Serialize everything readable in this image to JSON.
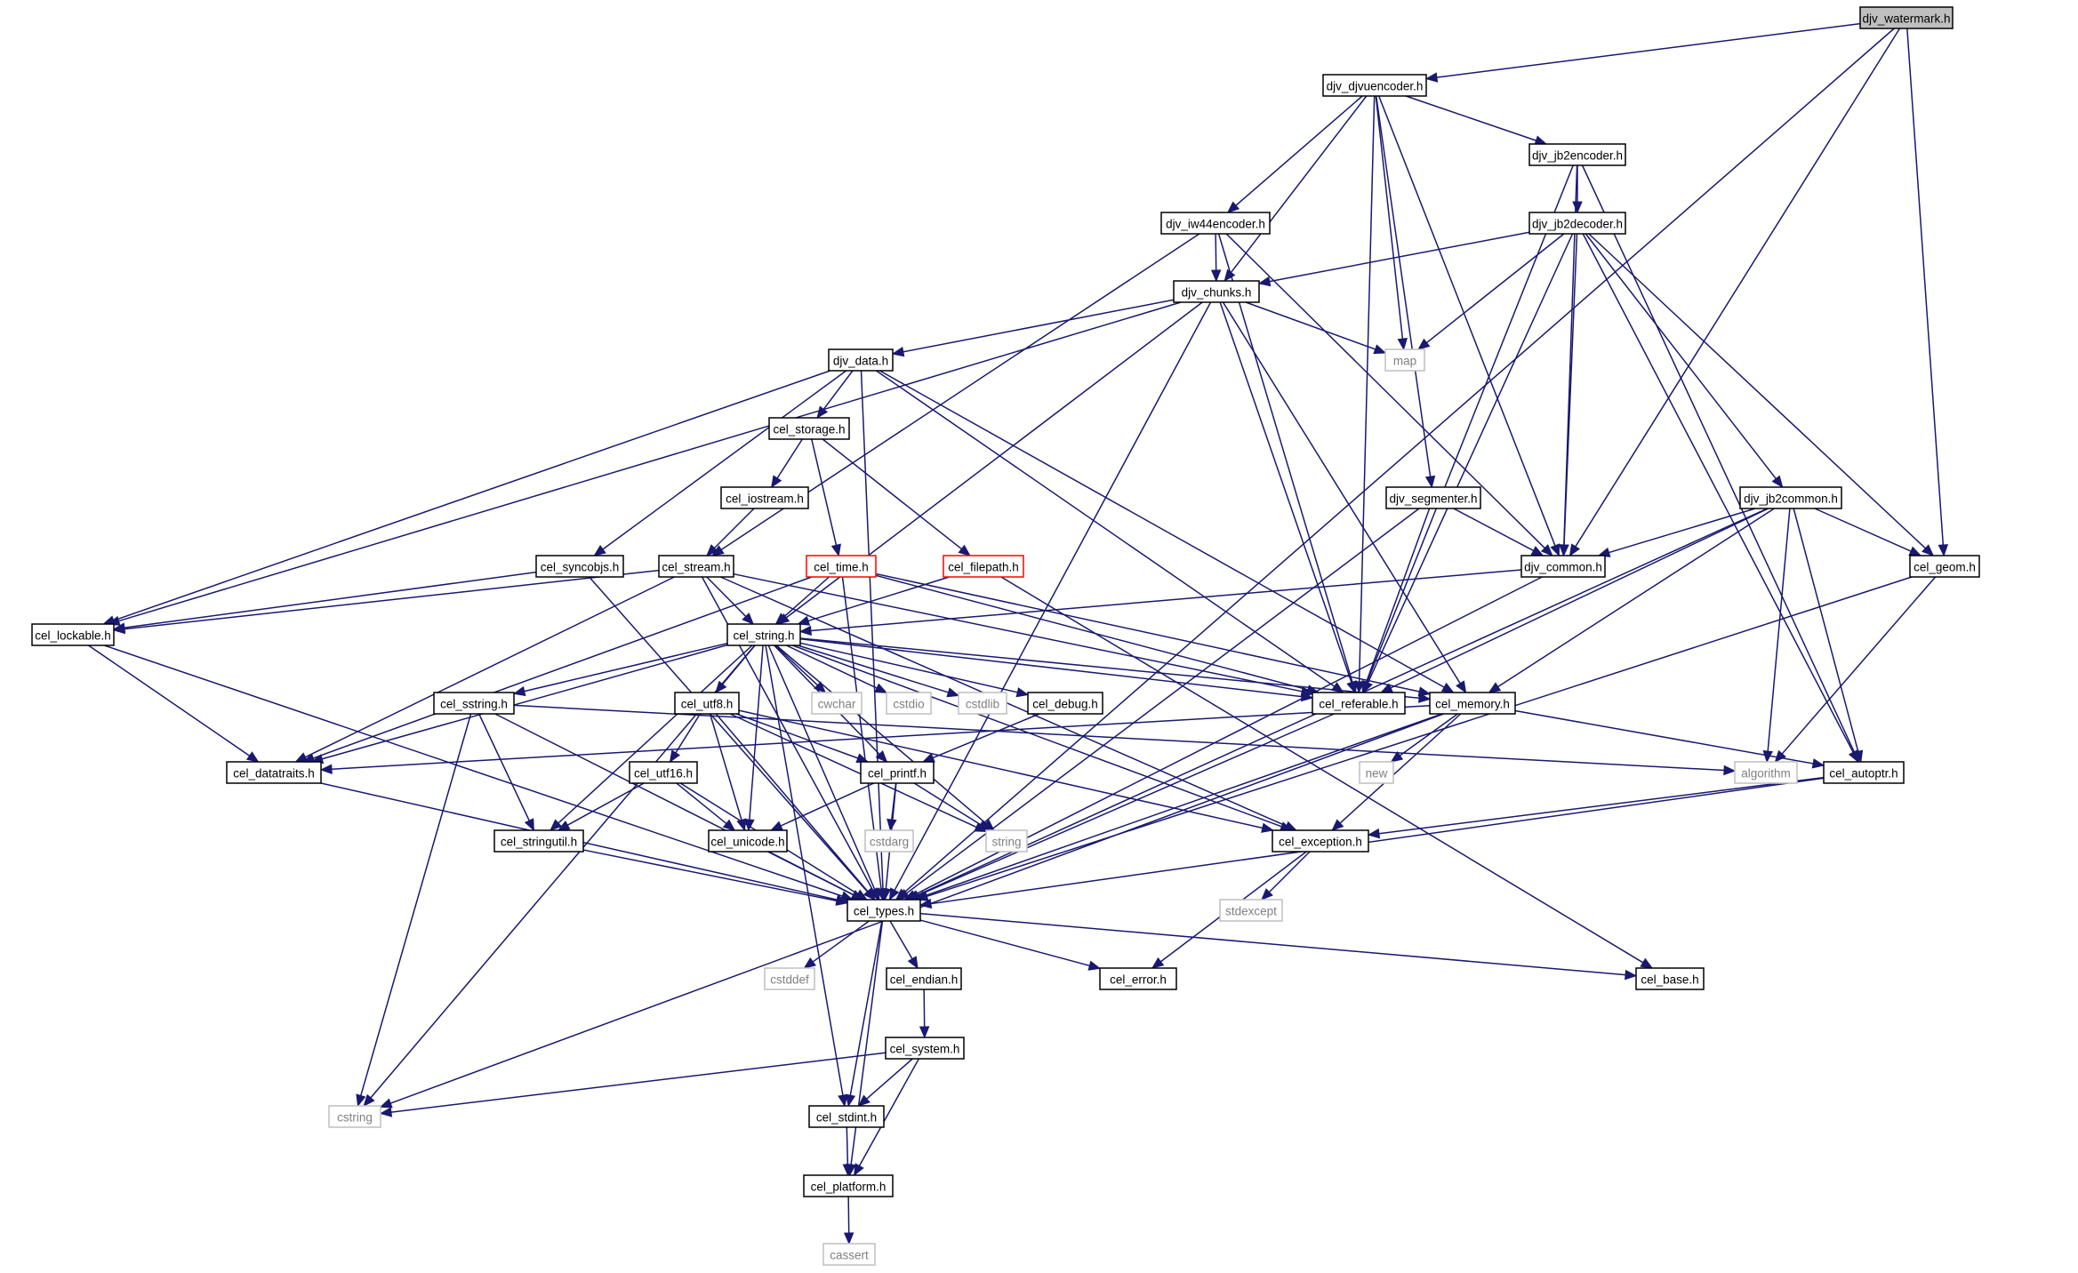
{
  "diagram": {
    "type": "include-dependency-graph",
    "colors": {
      "edge": "#191970",
      "root_fill": "#bfbfbf",
      "node_border": "#000000",
      "missing_border": "#ff0000",
      "system_border": "#bfbfbf",
      "system_text": "#808080",
      "text": "#000000"
    },
    "nodes": [
      {
        "id": "djv_watermark",
        "label": "djv_watermark.h",
        "kind": "root"
      },
      {
        "id": "djv_djvuencoder",
        "label": "djv_djvuencoder.h",
        "kind": "file"
      },
      {
        "id": "djv_jb2encoder",
        "label": "djv_jb2encoder.h",
        "kind": "file"
      },
      {
        "id": "djv_jb2decoder",
        "label": "djv_jb2decoder.h",
        "kind": "file"
      },
      {
        "id": "djv_iw44encoder",
        "label": "djv_iw44encoder.h",
        "kind": "file"
      },
      {
        "id": "djv_chunks",
        "label": "djv_chunks.h",
        "kind": "file"
      },
      {
        "id": "map",
        "label": "map",
        "kind": "system"
      },
      {
        "id": "djv_data",
        "label": "djv_data.h",
        "kind": "file"
      },
      {
        "id": "cel_storage",
        "label": "cel_storage.h",
        "kind": "file"
      },
      {
        "id": "cel_iostream",
        "label": "cel_iostream.h",
        "kind": "file"
      },
      {
        "id": "djv_segmenter",
        "label": "djv_segmenter.h",
        "kind": "file"
      },
      {
        "id": "djv_jb2common",
        "label": "djv_jb2common.h",
        "kind": "file"
      },
      {
        "id": "cel_syncobjs",
        "label": "cel_syncobjs.h",
        "kind": "file"
      },
      {
        "id": "cel_stream",
        "label": "cel_stream.h",
        "kind": "file"
      },
      {
        "id": "cel_time",
        "label": "cel_time.h",
        "kind": "missing"
      },
      {
        "id": "cel_filepath",
        "label": "cel_filepath.h",
        "kind": "missing"
      },
      {
        "id": "djv_common",
        "label": "djv_common.h",
        "kind": "file"
      },
      {
        "id": "cel_geom",
        "label": "cel_geom.h",
        "kind": "file"
      },
      {
        "id": "cel_lockable",
        "label": "cel_lockable.h",
        "kind": "file"
      },
      {
        "id": "cel_string",
        "label": "cel_string.h",
        "kind": "file"
      },
      {
        "id": "cel_sstring",
        "label": "cel_sstring.h",
        "kind": "file"
      },
      {
        "id": "cel_utf8",
        "label": "cel_utf8.h",
        "kind": "file"
      },
      {
        "id": "cwchar",
        "label": "cwchar",
        "kind": "system"
      },
      {
        "id": "cstdio",
        "label": "cstdio",
        "kind": "system"
      },
      {
        "id": "cstdlib",
        "label": "cstdlib",
        "kind": "system"
      },
      {
        "id": "cel_debug",
        "label": "cel_debug.h",
        "kind": "file"
      },
      {
        "id": "cel_referable",
        "label": "cel_referable.h",
        "kind": "file"
      },
      {
        "id": "cel_memory",
        "label": "cel_memory.h",
        "kind": "file"
      },
      {
        "id": "cel_datatraits",
        "label": "cel_datatraits.h",
        "kind": "file"
      },
      {
        "id": "cel_utf16",
        "label": "cel_utf16.h",
        "kind": "file"
      },
      {
        "id": "cel_printf",
        "label": "cel_printf.h",
        "kind": "file"
      },
      {
        "id": "new",
        "label": "new",
        "kind": "system"
      },
      {
        "id": "algorithm",
        "label": "algorithm",
        "kind": "system"
      },
      {
        "id": "cel_autoptr",
        "label": "cel_autoptr.h",
        "kind": "file"
      },
      {
        "id": "cel_stringutil",
        "label": "cel_stringutil.h",
        "kind": "file"
      },
      {
        "id": "cel_unicode",
        "label": "cel_unicode.h",
        "kind": "file"
      },
      {
        "id": "cstdarg",
        "label": "cstdarg",
        "kind": "system"
      },
      {
        "id": "string",
        "label": "string",
        "kind": "system"
      },
      {
        "id": "cel_exception",
        "label": "cel_exception.h",
        "kind": "file"
      },
      {
        "id": "cel_types",
        "label": "cel_types.h",
        "kind": "file"
      },
      {
        "id": "stdexcept",
        "label": "stdexcept",
        "kind": "system"
      },
      {
        "id": "cstddef",
        "label": "cstddef",
        "kind": "system"
      },
      {
        "id": "cel_endian",
        "label": "cel_endian.h",
        "kind": "file"
      },
      {
        "id": "cel_error",
        "label": "cel_error.h",
        "kind": "file"
      },
      {
        "id": "cel_base",
        "label": "cel_base.h",
        "kind": "file"
      },
      {
        "id": "cel_system",
        "label": "cel_system.h",
        "kind": "file"
      },
      {
        "id": "cstring",
        "label": "cstring",
        "kind": "system"
      },
      {
        "id": "cel_stdint",
        "label": "cel_stdint.h",
        "kind": "file"
      },
      {
        "id": "cel_platform",
        "label": "cel_platform.h",
        "kind": "file"
      },
      {
        "id": "cassert",
        "label": "cassert",
        "kind": "system"
      }
    ],
    "edges": [
      [
        "djv_watermark",
        "djv_djvuencoder"
      ],
      [
        "djv_watermark",
        "djv_common"
      ],
      [
        "djv_watermark",
        "cel_geom"
      ],
      [
        "djv_watermark",
        "cel_types"
      ],
      [
        "djv_djvuencoder",
        "djv_jb2encoder"
      ],
      [
        "djv_djvuencoder",
        "djv_iw44encoder"
      ],
      [
        "djv_djvuencoder",
        "djv_chunks"
      ],
      [
        "djv_djvuencoder",
        "map"
      ],
      [
        "djv_djvuencoder",
        "djv_segmenter"
      ],
      [
        "djv_djvuencoder",
        "djv_common"
      ],
      [
        "djv_djvuencoder",
        "cel_referable"
      ],
      [
        "djv_jb2encoder",
        "djv_jb2decoder"
      ],
      [
        "djv_jb2encoder",
        "djv_common"
      ],
      [
        "djv_jb2encoder",
        "cel_referable"
      ],
      [
        "djv_jb2encoder",
        "cel_autoptr"
      ],
      [
        "djv_jb2decoder",
        "djv_chunks"
      ],
      [
        "djv_jb2decoder",
        "map"
      ],
      [
        "djv_jb2decoder",
        "djv_jb2common"
      ],
      [
        "djv_jb2decoder",
        "djv_common"
      ],
      [
        "djv_jb2decoder",
        "cel_geom"
      ],
      [
        "djv_jb2decoder",
        "cel_referable"
      ],
      [
        "djv_jb2decoder",
        "cel_autoptr"
      ],
      [
        "djv_iw44encoder",
        "djv_chunks"
      ],
      [
        "djv_iw44encoder",
        "djv_common"
      ],
      [
        "djv_iw44encoder",
        "cel_stream"
      ],
      [
        "djv_iw44encoder",
        "cel_referable"
      ],
      [
        "djv_chunks",
        "djv_data"
      ],
      [
        "djv_chunks",
        "map"
      ],
      [
        "djv_chunks",
        "cel_lockable"
      ],
      [
        "djv_chunks",
        "cel_string"
      ],
      [
        "djv_chunks",
        "cel_referable"
      ],
      [
        "djv_chunks",
        "cel_memory"
      ],
      [
        "djv_chunks",
        "cel_types"
      ],
      [
        "djv_data",
        "cel_storage"
      ],
      [
        "djv_data",
        "cel_syncobjs"
      ],
      [
        "djv_data",
        "cel_referable"
      ],
      [
        "djv_data",
        "cel_memory"
      ],
      [
        "djv_data",
        "cel_types"
      ],
      [
        "djv_data",
        "cel_lockable"
      ],
      [
        "cel_storage",
        "cel_iostream"
      ],
      [
        "cel_storage",
        "cel_time"
      ],
      [
        "cel_storage",
        "cel_filepath"
      ],
      [
        "cel_iostream",
        "cel_stream"
      ],
      [
        "djv_segmenter",
        "djv_common"
      ],
      [
        "djv_segmenter",
        "cel_referable"
      ],
      [
        "djv_segmenter",
        "cel_types"
      ],
      [
        "djv_jb2common",
        "djv_common"
      ],
      [
        "djv_jb2common",
        "cel_geom"
      ],
      [
        "djv_jb2common",
        "cel_referable"
      ],
      [
        "djv_jb2common",
        "cel_memory"
      ],
      [
        "djv_jb2common",
        "algorithm"
      ],
      [
        "djv_jb2common",
        "cel_autoptr"
      ],
      [
        "djv_jb2common",
        "cel_types"
      ],
      [
        "cel_syncobjs",
        "cel_lockable"
      ],
      [
        "cel_syncobjs",
        "cel_types"
      ],
      [
        "cel_stream",
        "cel_string"
      ],
      [
        "cel_stream",
        "cel_lockable"
      ],
      [
        "cel_stream",
        "cel_referable"
      ],
      [
        "cel_stream",
        "cel_datatraits"
      ],
      [
        "cel_stream",
        "cel_types"
      ],
      [
        "cel_stream",
        "cel_exception"
      ],
      [
        "cel_time",
        "cel_string"
      ],
      [
        "cel_time",
        "cel_referable"
      ],
      [
        "cel_time",
        "cel_memory"
      ],
      [
        "cel_time",
        "cel_datatraits"
      ],
      [
        "cel_time",
        "cel_types"
      ],
      [
        "cel_filepath",
        "cel_string"
      ],
      [
        "cel_filepath",
        "cel_base"
      ],
      [
        "djv_common",
        "cel_string"
      ],
      [
        "djv_common",
        "cel_types"
      ],
      [
        "cel_geom",
        "algorithm"
      ],
      [
        "cel_geom",
        "cel_types"
      ],
      [
        "cel_lockable",
        "cel_datatraits"
      ],
      [
        "cel_lockable",
        "cel_types"
      ],
      [
        "cel_string",
        "cel_sstring"
      ],
      [
        "cel_string",
        "cel_utf8"
      ],
      [
        "cel_string",
        "cwchar"
      ],
      [
        "cel_string",
        "cstdio"
      ],
      [
        "cel_string",
        "cstdlib"
      ],
      [
        "cel_string",
        "cel_debug"
      ],
      [
        "cel_string",
        "cel_referable"
      ],
      [
        "cel_string",
        "cel_memory"
      ],
      [
        "cel_string",
        "cel_datatraits"
      ],
      [
        "cel_string",
        "cel_stringutil"
      ],
      [
        "cel_string",
        "cel_unicode"
      ],
      [
        "cel_string",
        "cel_printf"
      ],
      [
        "cel_string",
        "string"
      ],
      [
        "cel_string",
        "cel_exception"
      ],
      [
        "cel_string",
        "cel_types"
      ],
      [
        "cel_string",
        "cstring"
      ],
      [
        "cel_string",
        "cel_stdint"
      ],
      [
        "cel_sstring",
        "cel_stringutil"
      ],
      [
        "cel_sstring",
        "algorithm"
      ],
      [
        "cel_sstring",
        "cel_types"
      ],
      [
        "cel_sstring",
        "cstring"
      ],
      [
        "cel_utf8",
        "cel_utf16"
      ],
      [
        "cel_utf8",
        "cel_unicode"
      ],
      [
        "cel_utf8",
        "cel_printf"
      ],
      [
        "cel_utf8",
        "string"
      ],
      [
        "cel_utf8",
        "cel_exception"
      ],
      [
        "cel_utf8",
        "cel_types"
      ],
      [
        "cel_debug",
        "cel_printf"
      ],
      [
        "cel_referable",
        "cel_types"
      ],
      [
        "cel_memory",
        "new"
      ],
      [
        "cel_memory",
        "cel_exception"
      ],
      [
        "cel_memory",
        "cel_autoptr"
      ],
      [
        "cel_memory",
        "cel_datatraits"
      ],
      [
        "cel_memory",
        "cel_types"
      ],
      [
        "cel_memory",
        "cstring"
      ],
      [
        "cel_datatraits",
        "cel_types"
      ],
      [
        "cel_utf16",
        "cel_stringutil"
      ],
      [
        "cel_utf16",
        "cel_unicode"
      ],
      [
        "cel_utf16",
        "cel_types"
      ],
      [
        "cel_printf",
        "cel_unicode"
      ],
      [
        "cel_printf",
        "cstdarg"
      ],
      [
        "cel_printf",
        "string"
      ],
      [
        "cel_printf",
        "cel_types"
      ],
      [
        "cel_autoptr",
        "cel_exception"
      ],
      [
        "cel_autoptr",
        "cel_types"
      ],
      [
        "cel_stringutil",
        "cel_types"
      ],
      [
        "cel_unicode",
        "cel_types"
      ],
      [
        "cel_exception",
        "stdexcept"
      ],
      [
        "cel_exception",
        "cel_error"
      ],
      [
        "cel_types",
        "cstddef"
      ],
      [
        "cel_types",
        "cel_endian"
      ],
      [
        "cel_types",
        "cel_error"
      ],
      [
        "cel_types",
        "cel_base"
      ],
      [
        "cel_types",
        "cel_stdint"
      ],
      [
        "cel_types",
        "cel_platform"
      ],
      [
        "cel_endian",
        "cel_system"
      ],
      [
        "cel_system",
        "cstring"
      ],
      [
        "cel_system",
        "cel_stdint"
      ],
      [
        "cel_system",
        "cel_platform"
      ],
      [
        "cel_stdint",
        "cel_platform"
      ],
      [
        "cel_platform",
        "cassert"
      ]
    ]
  }
}
